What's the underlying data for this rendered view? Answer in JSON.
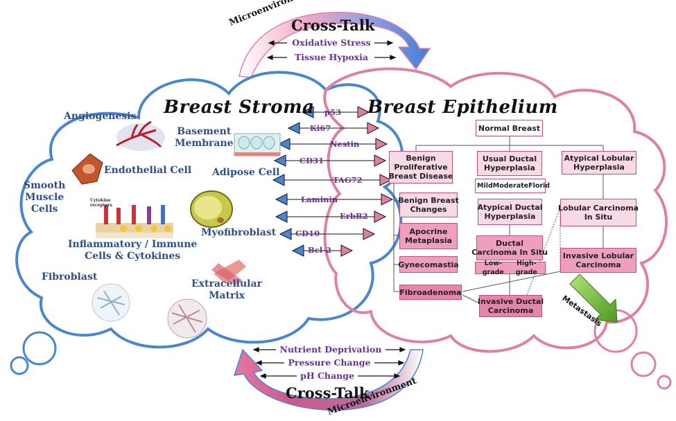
{
  "top": {
    "arc_label": "Microenvironment",
    "title": "Cross-Talk",
    "lines": [
      "Oxidative Stress",
      "Tissue Hypoxia"
    ]
  },
  "bottom": {
    "arc_label": "Microenvironment",
    "title": "Cross-Talk",
    "lines": [
      "Nutrient Deprivation",
      "Pressure Change",
      "pH Change"
    ]
  },
  "stroma": {
    "title": "Breast Stroma",
    "labels": {
      "angiogenesis": "Angiogenesis",
      "basement_membrane": "Basement\nMembrane",
      "endothelial": "Endothelial Cell",
      "adipose": "Adipose Cell",
      "smooth_muscle": "Smooth\nMuscle\nCells",
      "myofibroblast": "Myofibroblast",
      "inflammatory": "Inflammatory / Immune\nCells & Cytokines",
      "fibroblast": "Fibroblast",
      "ecm": "Extracellular\nMatrix",
      "cytokine_receptors": "Cytokine\nreceptors"
    }
  },
  "epithelium": {
    "title": "Breast Epithelium",
    "boxes": {
      "normal": "Normal Breast",
      "benign_prolif": "Benign\nProliferative\nBreast Disease",
      "usual_ductal": "Usual Ductal\nHyperplasia",
      "atypical_lobular": "Atypical Lobular\nHyperplasia",
      "grades_top": [
        "Mild",
        "Moderate",
        "Florid"
      ],
      "benign_changes": "Benign Breast\nChanges",
      "atypical_ductal": "Atypical Ductal\nHyperplasia",
      "lcis": "Lobular Carcinoma\nIn Situ",
      "apocrine": "Apocrine\nMetaplasia",
      "dcis": "Ductal\nCarcinoma In Situ",
      "grades_dcis": [
        "Low-grade",
        "High-grade"
      ],
      "invasive_lobular": "Invasive Lobular\nCarcinoma",
      "gynecomastia": "Gynecomastia",
      "fibroadenoma": "Fibroadenoma",
      "invasive_ductal": "Invasive Ductal\nCarcinoma",
      "metastasis": "Metastasis"
    }
  },
  "markers": [
    "p53",
    "Ki67",
    "Nestin",
    "CD31",
    "TAG72",
    "Laminin",
    "ErbB2",
    "CD10",
    "Bcl-2"
  ],
  "colors": {
    "blue": "#4a86cf",
    "pink": "#e07fa5",
    "purple": "#6a2f8f",
    "green": "#8cc63f"
  }
}
